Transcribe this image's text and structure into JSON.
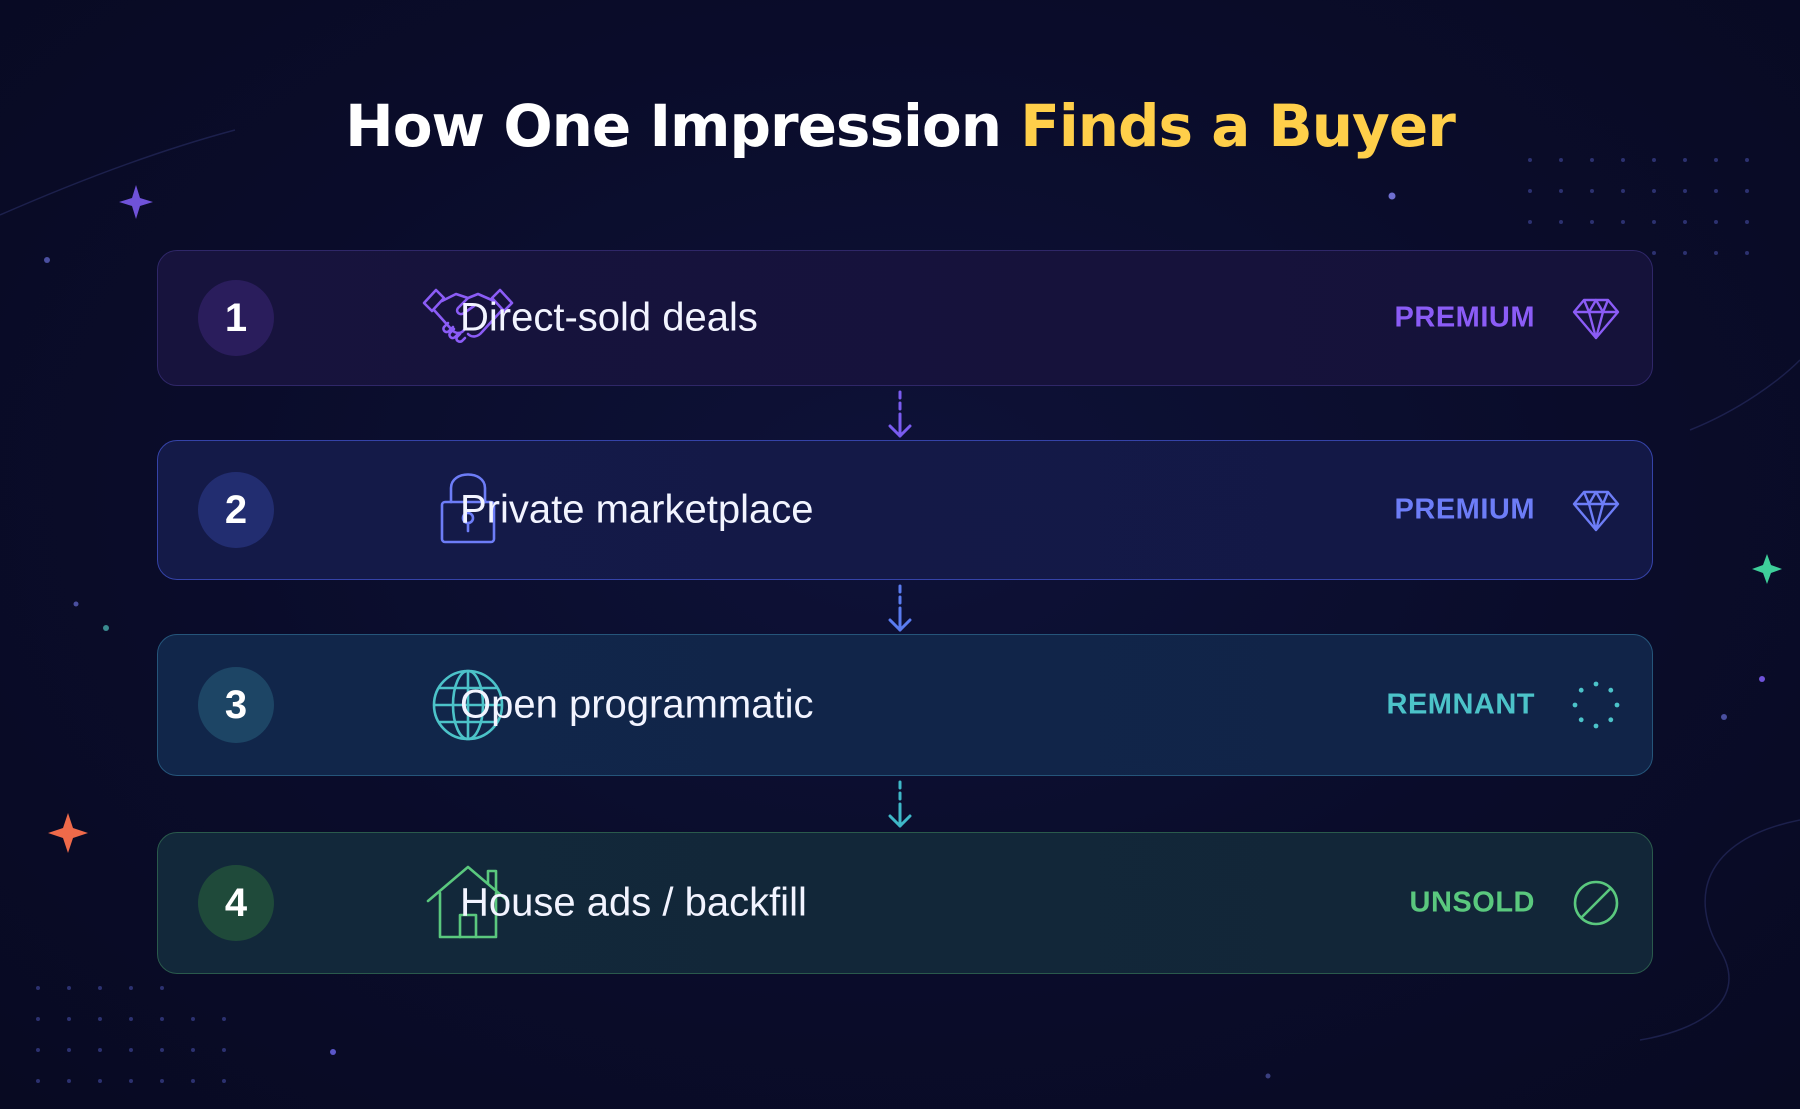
{
  "title": {
    "main": "How One Impression ",
    "accent": "Finds a Buyer"
  },
  "colors": {
    "background": "#0a0c2a",
    "accent_yellow": "#ffcf4a",
    "purple": "#8b5cf6",
    "blue": "#6d7df7",
    "teal": "#4cc3c9",
    "green": "#5ac87e"
  },
  "tiers": [
    {
      "number": "1",
      "label": "Direct-sold deals",
      "tag": "PREMIUM",
      "icon": "handshake-icon",
      "tag_icon": "diamond-icon"
    },
    {
      "number": "2",
      "label": "Private marketplace",
      "tag": "PREMIUM",
      "icon": "lock-icon",
      "tag_icon": "diamond-icon"
    },
    {
      "number": "3",
      "label": "Open programmatic",
      "tag": "REMNANT",
      "icon": "globe-icon",
      "tag_icon": "dotted-circle-icon"
    },
    {
      "number": "4",
      "label": "House ads / backfill",
      "tag": "UNSOLD",
      "icon": "house-icon",
      "tag_icon": "prohibited-icon"
    }
  ]
}
